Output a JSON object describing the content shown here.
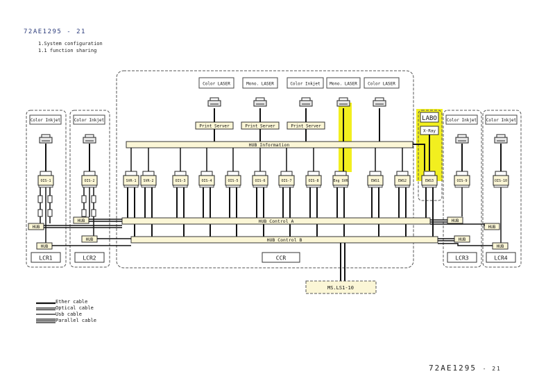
{
  "header": {
    "doc_id": "72AE1295",
    "page_suffix": "- 21",
    "section_title": "1.System configuration",
    "section_subtitle": "1.1  function sharing"
  },
  "footer": {
    "doc_id": "72AE1295",
    "page_suffix": "- 21"
  },
  "top_printers": [
    {
      "label": "Color LASER",
      "server": "Print Server"
    },
    {
      "label": "Mono. LASER",
      "server": "Print Server"
    },
    {
      "label": "Color Inkjet",
      "server": "Print Server"
    },
    {
      "label": "Mono. LASER",
      "server": ""
    },
    {
      "label": "Color LASER",
      "server": ""
    }
  ],
  "lcr_printer_label": "Color Inkjet",
  "hubs": {
    "information": "HUB Information",
    "control_a": "HUB Control A",
    "control_b": "HUB Control B",
    "small": "HUB"
  },
  "terminals": [
    "OIS-1",
    "OIS-2",
    "SVR-1",
    "SVR-2",
    "OIS-3",
    "OIS-4",
    "OIS-5",
    "OIS-6",
    "OIS-7",
    "OIS-8",
    "Eng SVR",
    "EWS1",
    "EWS2",
    "EWS3",
    "OIS-9",
    "OIS-10"
  ],
  "labo": {
    "title": "LABO",
    "xray": "X-Ray"
  },
  "groups": [
    "LCR1",
    "LCR2",
    "CCR",
    "LCR3",
    "LCR4"
  ],
  "ms_ls": "MS.LS1-10",
  "legend": [
    "Ether cable",
    "Optical cable",
    "Usb cable",
    "Parallel cable"
  ],
  "colors": {
    "highlight": "#f2ef1f",
    "box_fill": "#fbf6d6",
    "line": "#111111"
  }
}
